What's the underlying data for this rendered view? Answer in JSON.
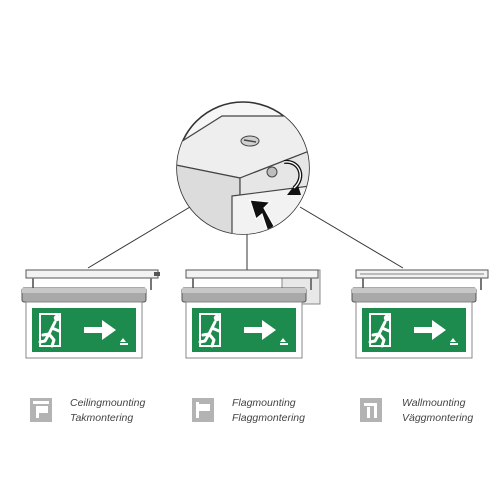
{
  "colors": {
    "sign_green": "#1d8a4e",
    "sign_white": "#ffffff",
    "housing_gray": "#a9a9a9",
    "icon_gray": "#b3b3b3",
    "caption_text": "#444444"
  },
  "detail_view": {
    "icons": [
      "screw-icon",
      "rotate-arrow-icon",
      "up-arrow-icon"
    ]
  },
  "mountings": [
    {
      "id": "ceiling",
      "icon": "ceiling-mount-icon",
      "label_en": "Ceilingmounting",
      "label_sv": "Takmontering"
    },
    {
      "id": "flag",
      "icon": "flag-mount-icon",
      "label_en": "Flagmounting",
      "label_sv": "Flaggmontering"
    },
    {
      "id": "wall",
      "icon": "wall-mount-icon",
      "label_en": "Wallmounting",
      "label_sv": "Väggmontering"
    }
  ]
}
